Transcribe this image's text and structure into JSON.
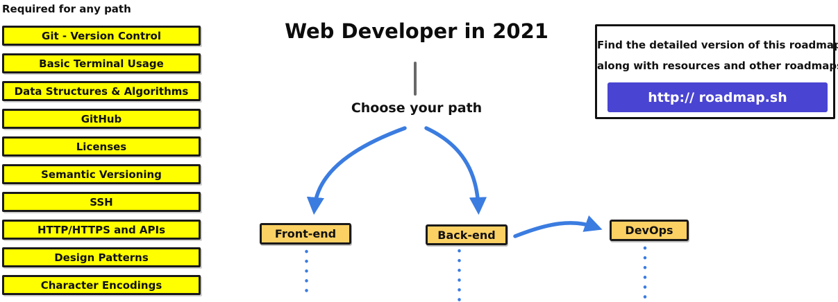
{
  "colors": {
    "yellow": "#FFFF00",
    "gold": "#FBD164",
    "blue": "#3B7CE0",
    "purple": "#4A44D2",
    "line_gray": "#696969",
    "border": "#1A1A1A"
  },
  "required": {
    "title": "Required for any path",
    "items": [
      "Git - Version Control",
      "Basic Terminal Usage",
      "Data Structures & Algorithms",
      "GitHub",
      "Licenses",
      "Semantic Versioning",
      "SSH",
      "HTTP/HTTPS and APIs",
      "Design Patterns",
      "Character Encodings"
    ]
  },
  "main": {
    "title": "Web Developer in 2021",
    "choose_label": "Choose your path",
    "paths": {
      "frontend": "Front-end",
      "backend": "Back-end",
      "devops": "DevOps"
    }
  },
  "info_box": {
    "line1": "Find the detailed version of this roadmap",
    "line2": "along with resources and other roadmaps",
    "url_label": "http:// roadmap.sh"
  }
}
